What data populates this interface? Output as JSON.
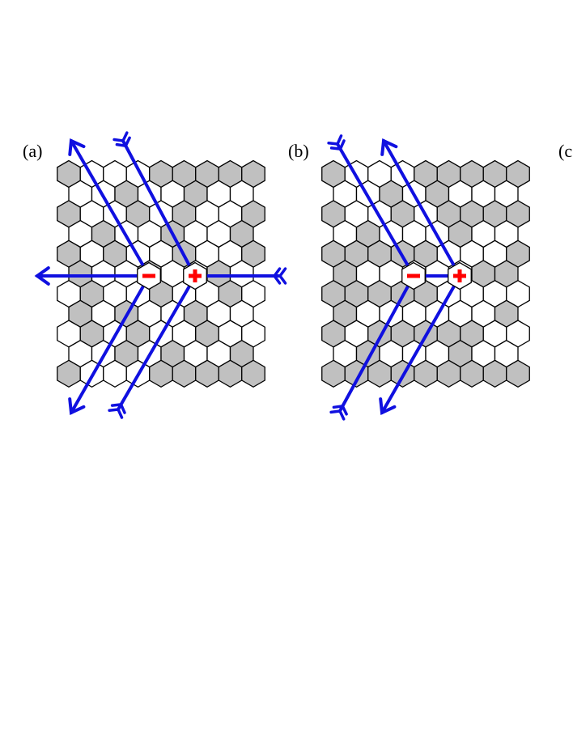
{
  "panels": [
    {
      "id": "a",
      "label": "(a)",
      "columns": 9,
      "rows": 11,
      "shaded_cells": [
        [
          0,
          0
        ],
        [
          0,
          4
        ],
        [
          0,
          5
        ],
        [
          0,
          6
        ],
        [
          0,
          7
        ],
        [
          0,
          8
        ],
        [
          1,
          2
        ],
        [
          1,
          5
        ],
        [
          2,
          0
        ],
        [
          2,
          3
        ],
        [
          2,
          5
        ],
        [
          2,
          8
        ],
        [
          3,
          1
        ],
        [
          3,
          4
        ],
        [
          3,
          7
        ],
        [
          4,
          0
        ],
        [
          4,
          2
        ],
        [
          4,
          5
        ],
        [
          4,
          8
        ],
        [
          5,
          3
        ],
        [
          5,
          6
        ],
        [
          5,
          0
        ],
        [
          6,
          1
        ],
        [
          6,
          4
        ],
        [
          6,
          7
        ],
        [
          7,
          0
        ],
        [
          7,
          2
        ],
        [
          7,
          5
        ],
        [
          7,
          8
        ],
        [
          8,
          3
        ],
        [
          8,
          6
        ],
        [
          8,
          1
        ],
        [
          9,
          4
        ],
        [
          9,
          7
        ],
        [
          9,
          2
        ],
        [
          10,
          0
        ],
        [
          10,
          4
        ],
        [
          10,
          5
        ],
        [
          10,
          6
        ],
        [
          10,
          7
        ],
        [
          10,
          8
        ]
      ],
      "defects": [
        {
          "sign": "−",
          "kind": "minus",
          "cell": [
            5,
            3
          ]
        },
        {
          "sign": "+",
          "kind": "plus",
          "cell": [
            5,
            5
          ]
        }
      ]
    },
    {
      "id": "b",
      "label": "(b)",
      "columns": 9,
      "rows": 11,
      "shaded_cells": [
        [
          0,
          0
        ],
        [
          0,
          4
        ],
        [
          0,
          5
        ],
        [
          0,
          6
        ],
        [
          0,
          7
        ],
        [
          0,
          8
        ],
        [
          1,
          2
        ],
        [
          1,
          4
        ],
        [
          2,
          0
        ],
        [
          2,
          3
        ],
        [
          2,
          5
        ],
        [
          2,
          6
        ],
        [
          2,
          7
        ],
        [
          2,
          8
        ],
        [
          3,
          1
        ],
        [
          3,
          5
        ],
        [
          4,
          0
        ],
        [
          4,
          1
        ],
        [
          4,
          2
        ],
        [
          4,
          3
        ],
        [
          4,
          4
        ],
        [
          4,
          8
        ],
        [
          5,
          0
        ],
        [
          5,
          6
        ],
        [
          5,
          7
        ],
        [
          5,
          8
        ],
        [
          6,
          0
        ],
        [
          6,
          1
        ],
        [
          6,
          2
        ],
        [
          6,
          3
        ],
        [
          6,
          4
        ],
        [
          7,
          0
        ],
        [
          7,
          7
        ],
        [
          7,
          8
        ],
        [
          8,
          0
        ],
        [
          8,
          2
        ],
        [
          8,
          3
        ],
        [
          8,
          4
        ],
        [
          8,
          5
        ],
        [
          8,
          6
        ],
        [
          9,
          1
        ],
        [
          9,
          5
        ],
        [
          10,
          0
        ],
        [
          10,
          1
        ],
        [
          10,
          2
        ],
        [
          10,
          3
        ],
        [
          10,
          4
        ],
        [
          10,
          5
        ],
        [
          10,
          6
        ],
        [
          10,
          7
        ],
        [
          10,
          8
        ]
      ],
      "defects": [
        {
          "sign": "−",
          "kind": "minus",
          "cell": [
            5,
            3
          ]
        },
        {
          "sign": "+",
          "kind": "plus",
          "cell": [
            5,
            5
          ]
        }
      ]
    },
    {
      "id": "c",
      "label": "(c"
    }
  ],
  "colors": {
    "shaded": "#c0c0c0",
    "unshaded": "#ffffff",
    "outline": "#000000",
    "arrow": "#1010e0",
    "defect": "#ff0000"
  }
}
